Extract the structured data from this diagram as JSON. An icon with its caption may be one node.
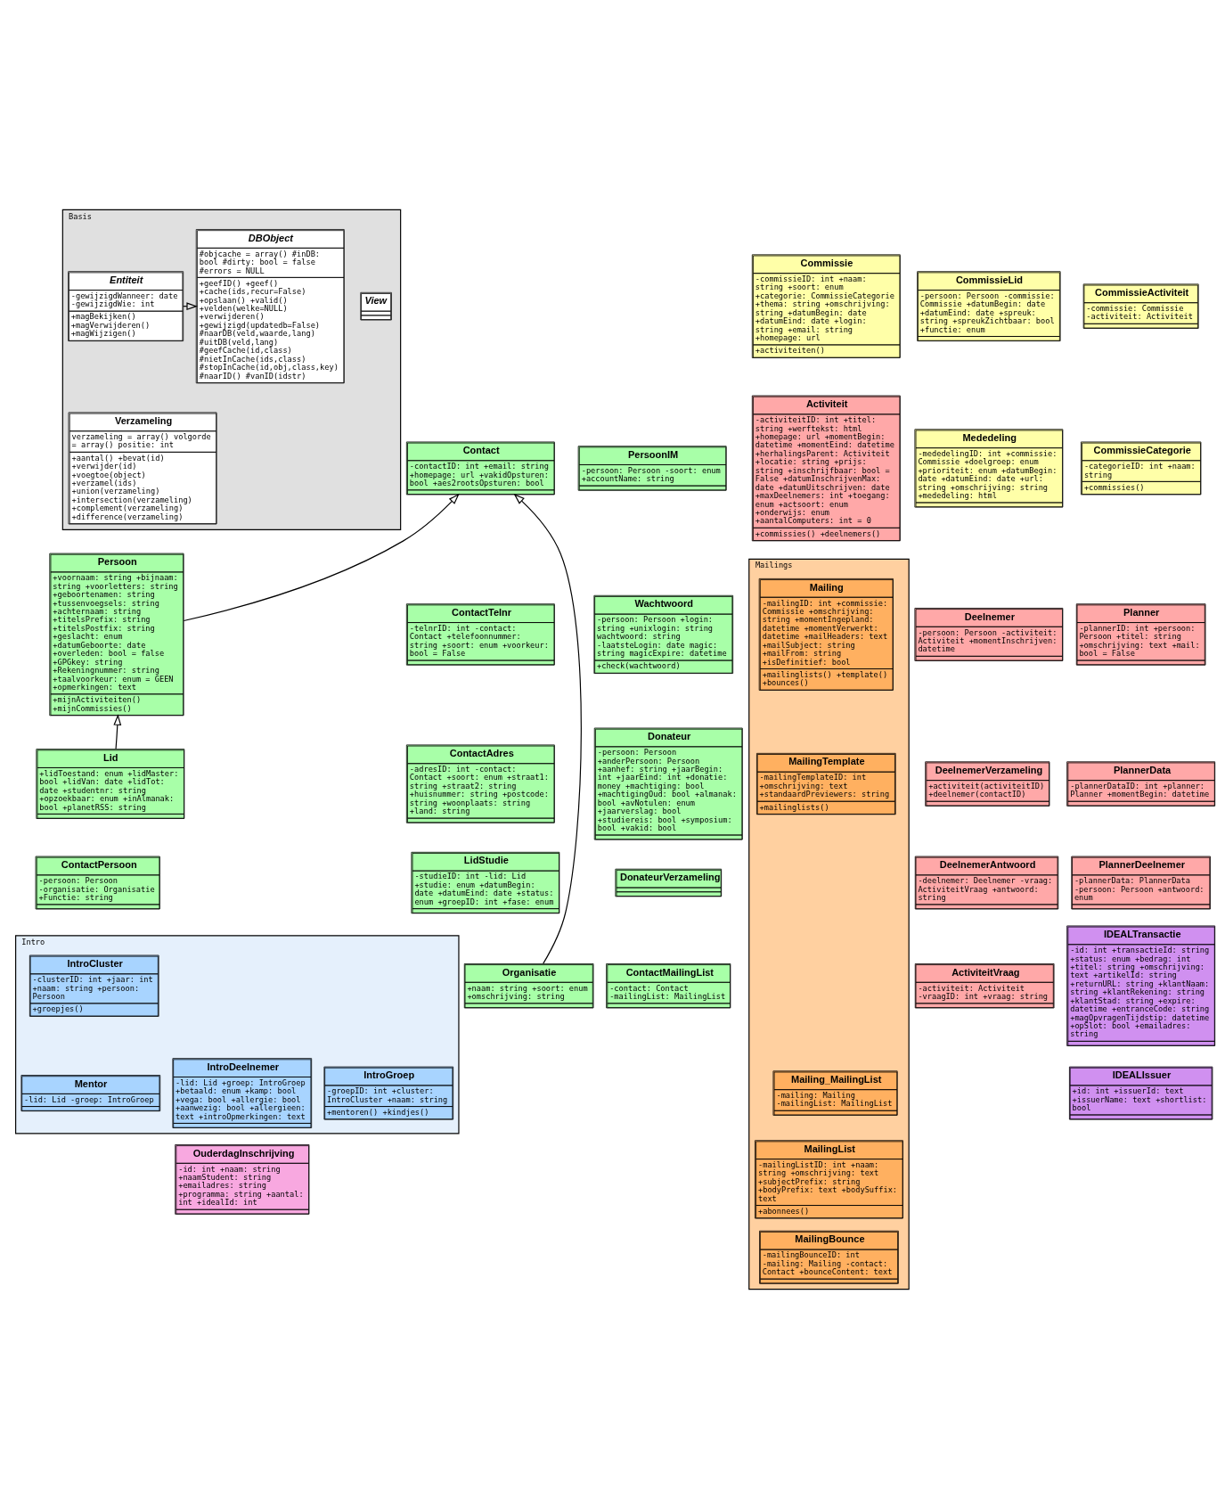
{
  "diagram": {
    "nodes": [
      {
        "text": [
          "Basis"
        ]
      },
      {
        "text": [
          "DBObject",
          "#objcache = array() #inDB: bool #dirty: bool = false #errors = NULL",
          "+geefID() +geef() +cache(ids,recur=False) +opslaan() +valid() +velden(welke=NULL) +verwijderen() +gewijzigd(updatedb=False) #naarDB(veld,waarde,lang) #uitDB(veld,lang) #geefCache(id,class) #nietInCache(ids,class) #stopInCache(id,obj,class,key) #naarID() #vanID(idstr)"
        ],
        "in": 0
      },
      {
        "text": [
          "Entiteit",
          "-gewijzigdWanneer: date -gewijzigdWie: int",
          "+magBekijken() +magVerwijderen() +magWijzigen()"
        ],
        "in": 0
      },
      {
        "text": [
          "View"
        ],
        "in": 0
      },
      {
        "text": [
          "Verzameling",
          "verzameling = array() volgorde = array() positie: int",
          "+aantal() +bevat(id) +verwijder(id) +voegtoe(object) +verzamel(ids) +union(verzameling) +intersection(verzameling) +complement(verzameling) +difference(verzameling)"
        ],
        "in": 0
      },
      {
        "text": [
          "Commissie",
          "-commissieID: int +naam: string +soort: enum +categorie: CommissieCategorie +thema: string +omschrijving: string +datumBegin: date +datumEind: date +login: string +email: string +homepage: url",
          "+activiteiten()"
        ]
      },
      {
        "text": [
          "CommissieLid",
          "-persoon: Persoon -commissie: Commissie +datumBegin: date +datumEind: date +spreuk: string +spreukZichtbaar: bool +functie: enum"
        ]
      },
      {
        "text": [
          "CommissieActiviteit",
          "-commissie: Commissie -activiteit: Activiteit"
        ]
      },
      {
        "text": [
          "CommissieCategorie",
          "-categorieID: int +naam: string",
          "+commissies()"
        ]
      },
      {
        "text": [
          "Mededeling",
          "-mededelingID: int +commissie: Commissie +doelgroep: enum +prioriteit: enum +datumBegin: date +datumEind: date +url: string +omschrijving: string +mededeling: html"
        ]
      },
      {
        "text": [
          "Contact",
          "-contactID: int +email: string +homepage: url +vakidOpsturen: bool +aes2rootsOpsturen: bool"
        ]
      },
      {
        "text": [
          "Persoon",
          "+voornaam: string +bijnaam: string +voorletters: string +geboortenamen: string +tussenvoegsels: string +achternaam: string +titelsPrefix: string +titelsPostfix: string +geslacht: enum +datumGeboorte: date +overleden: bool = false +GPGkey: string +Rekeningnummer: string +taalvoorkeur: enum = GEEN +opmerkingen: text",
          "+mijnActiviteiten() +mijnCommissies()"
        ]
      },
      {
        "text": [
          "PersoonIM",
          "-persoon: Persoon -soort: enum +accountName: string"
        ]
      },
      {
        "text": [
          "Wachtwoord",
          "-persoon: Persoon +login: string +unixlogin: string wachtwoord: string -laatsteLogin: date magic: string magicExpire: datetime",
          "+check(wachtwoord)"
        ]
      },
      {
        "text": [
          "ContactTelnr",
          "-telnrID: int -contact: Contact +telefoonnummer: string +soort: enum +voorkeur: bool = False"
        ]
      },
      {
        "text": [
          "ContactAdres",
          "-adresID: int -contact: Contact +soort: enum +straat1: string +straat2: string +huisnummer: string +postcode: string +woonplaats: string +land: string"
        ]
      },
      {
        "text": [
          "LidStudie",
          "-studieID: int -lid: Lid +studie: enum +datumBegin: date +datumEind: date +status: enum +groepID: int +fase: enum"
        ]
      },
      {
        "text": [
          "Lid",
          "+lidToestand: enum +lidMaster: bool +lidVan: date +lidTot: date +studentnr: string +opzoekbaar: enum +inAlmanak: bool +planetRSS: string"
        ]
      },
      {
        "text": [
          "Donateur",
          "-persoon: Persoon +anderPersoon: Persoon +aanhef: string +jaarBegin: int +jaarEind: int +donatie: money +machtiging: bool +machtigingOud: bool +almanak: bool +avNotulen: enum +jaarverslag: bool +studiereis: bool +symposium: bool +vakid: bool"
        ]
      },
      {
        "text": [
          "DonateurVerzameling"
        ]
      },
      {
        "text": [
          "Organisatie",
          "+naam: string +soort: enum +omschrijving: string"
        ]
      },
      {
        "text": [
          "ContactPersoon",
          "-persoon: Persoon -organisatie: Organisatie +Functie: string"
        ]
      },
      {
        "text": [
          "ContactMailingList",
          "-contact: Contact -mailingList: MailingList"
        ]
      },
      {
        "text": [
          "Activiteit",
          "-activiteitID: int +titel: string +werftekst: html +homepage: url +momentBegin: datetime +momentEind: datetime +herhalingsParent: Activiteit +locatie: string +prijs: string +inschrijfbaar: bool = False +datumInschrijvenMax: date +datumUitschrijven: date +maxDeelnemers: int +toegang: enum +actsoort: enum +onderwijs: enum +aantalComputers: int = 0",
          "+commissies() +deelnemers()"
        ]
      },
      {
        "text": [
          "Deelnemer",
          "-persoon: Persoon -activiteit: Activiteit +momentInschrijven: datetime"
        ]
      },
      {
        "text": [
          "Planner",
          "-plannerID: int +persoon: Persoon +titel: string +omschrijving: text +mail: bool = False"
        ]
      },
      {
        "text": [
          "DeelnemerVerzameling",
          "+activiteit(activiteitID) +deelnemer(contactID)"
        ]
      },
      {
        "text": [
          "DeelnemerAntwoord",
          "-deelnemer: Deelnemer -vraag: ActiviteitVraag +antwoord: string"
        ]
      },
      {
        "text": [
          "PlannerData",
          "-plannerDataID: int +planner: Planner +momentBegin: datetime"
        ]
      },
      {
        "text": [
          "ActiviteitVraag",
          "-activiteit: Activiteit -vraagID: int +vraag: string"
        ]
      },
      {
        "text": [
          "PlannerDeelnemer",
          "-plannerData: PlannerData -persoon: Persoon +antwoord: enum"
        ]
      },
      {
        "text": [
          "Intro"
        ]
      },
      {
        "text": [
          "IntroDeelnemer",
          "-lid: Lid +groep: IntroGroep +betaald: enum +kamp: bool +vega: bool +allergie: bool +aanwezig: bool +allergieen: text +introOpmerkingen: text"
        ],
        "in": 31
      },
      {
        "text": [
          "IntroCluster",
          "-clusterID: int +jaar: int +naam: string +persoon: Persoon",
          "+groepjes()"
        ],
        "in": 31
      },
      {
        "text": [
          "IntroGroep",
          "-groepID: int +cluster: IntroCluster +naam: string",
          "+mentoren() +kindjes()"
        ],
        "in": 31
      },
      {
        "text": [
          "Mentor",
          "-lid: Lid -groep: IntroGroep"
        ],
        "in": 31
      },
      {
        "text": [
          "Mailings"
        ]
      },
      {
        "text": [
          "Mailing",
          "-mailingID: int +commissie: Commissie +omschrijving: string +momentIngepland: datetime +momentVerwerkt: datetime +mailHeaders: text +mailSubject: string +mailFrom: string +isDefinitief: bool",
          "+mailinglists() +template() +bounces()"
        ],
        "in": 36
      },
      {
        "text": [
          "Mailing_MailingList",
          "-mailing: Mailing -mailingList: MailingList"
        ],
        "in": 36
      },
      {
        "text": [
          "MailingList",
          "-mailingListID: int +naam: string +omschrijving: text +subjectPrefix: string +bodyPrefix: text +bodySuffix: text",
          "+abonnees()"
        ],
        "in": 36
      },
      {
        "text": [
          "MailingTemplate",
          "-mailingTemplateID: int +omschrijving: text +standaardPreviewers: string",
          "+mailinglists()"
        ],
        "in": 36
      },
      {
        "text": [
          "MailingBounce",
          "-mailingBounceID: int -mailing: Mailing -contact: Contact +bounceContent: text"
        ],
        "in": 36
      },
      {
        "text": [
          "IDEALTransactie",
          "-id: int +transactieId: string +status: enum +bedrag: int +titel: string +omschrijving: text +artikelId: string +returnURL: string +klantNaam: string +klantRekening: string +klantStad: string +expire: datetime +entranceCode: string +magOpvragenTijdstip: datetime +opSlot: bool +emailadres: string"
        ]
      },
      {
        "text": [
          "IDEALIssuer",
          "+id: int +issuerId: text +issuerName: text +shortlist: bool"
        ]
      },
      {
        "text": [
          "OuderdagInschrijving",
          "-id: int +naam: string +naamStudent: string +emailadres: string +programma: string +aantal: int +idealId: int"
        ]
      }
    ],
    "edges": [
      {
        "from": 2,
        "to": 1,
        "arrow": "to"
      },
      {
        "from": 11,
        "to": 10,
        "arrow": "to"
      },
      {
        "from": 20,
        "to": 10,
        "arrow": "to"
      },
      {
        "from": 17,
        "to": 11,
        "arrow": "to"
      }
    ]
  }
}
